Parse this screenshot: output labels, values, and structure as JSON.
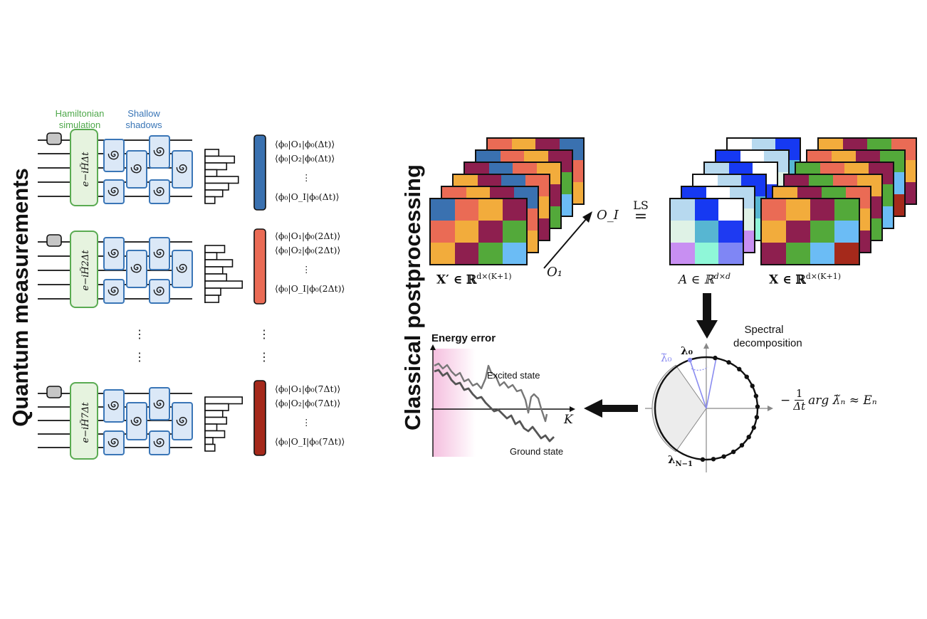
{
  "titles": {
    "quantum": "Quantum measurements",
    "classical": "Classical postprocessing"
  },
  "labels": {
    "hamiltonian_simulation": "Hamiltonian simulation",
    "shallow_shadows": "Shallow shadows",
    "spectral_decomposition": "Spectral decomposition",
    "energy_error": "Energy error",
    "excited_state": "Excited state",
    "ground_state": "Ground state",
    "k_axis": "K",
    "ls": "LS"
  },
  "rows": [
    {
      "gate": "e^{−iH̃Δt}",
      "gate_text": "e−iH̃Δt",
      "expectations": [
        "⟨ϕ₀|O₁|ϕ₀(Δt)⟩",
        "⟨ϕ₀|O₂|ϕ₀(Δt)⟩",
        "⋮",
        "⟨ϕ₀|O_I|ϕ₀(Δt)⟩"
      ],
      "bar_color": "#3a71b0",
      "histogram": [
        0.35,
        0.75,
        0.55,
        0.3,
        0.85,
        0.6,
        0.45,
        0.25
      ]
    },
    {
      "gate_text": "e−iH̃2Δt",
      "expectations": [
        "⟨ϕ₀|O₁|ϕ₀(2Δt)⟩",
        "⟨ϕ₀|O₂|ϕ₀(2Δt)⟩",
        "⋮",
        "⟨ϕ₀|O_I|ϕ₀(2Δt)⟩"
      ],
      "bar_color": "#ea6b55",
      "histogram": [
        0.5,
        0.3,
        0.7,
        0.45,
        0.55,
        0.95,
        0.4,
        0.35
      ]
    },
    {
      "gate_text": "e−iH̃7Δt",
      "expectations": [
        "⟨ϕ₀|O₁|ϕ₀(7Δt)⟩",
        "⟨ϕ₀|O₂|ϕ₀(7Δt)⟩",
        "⋮",
        "⟨ϕ₀|O_I|ϕ₀(7Δt)⟩"
      ],
      "bar_color": "#a5291b",
      "histogram": [
        0.95,
        0.6,
        0.45,
        0.55,
        0.3,
        0.5,
        0.2,
        0.25
      ]
    }
  ],
  "math": {
    "xprime": "X′ ∈ ℝ^{d×(K+1)}",
    "xprime_main": "X′ ∈ ℝ",
    "xprime_sup": "d×(K+1)",
    "a_main": "A ∈ ℝ",
    "a_sup": "d×d",
    "x_main": "X ∈ ℝ",
    "x_sup": "d×(K+1)",
    "o1": "O₁",
    "oi": "O_I",
    "lambda0": "λ₀",
    "lambda0_tilde": "λ̃₀",
    "lambdaN": "λ_{N−1}",
    "lambdaN_main": "λ",
    "lambdaN_sub": "N−1",
    "energy_formula_lhs": "−",
    "energy_formula_num": "1",
    "energy_formula_den": "Δt",
    "energy_formula_rhs": "arg λ̃ₙ ≈ Eₙ"
  },
  "colors": {
    "green": "#4fa84b",
    "blue": "#3a76b7",
    "gate_fill": "#dbe8f7",
    "ham_fill": "#e6f3df",
    "lavender": "#8a8cf0"
  },
  "matrix_front_xprime": [
    [
      "#3a71b0",
      "#ea6b55",
      "#f2ac3c",
      "#8e1f4f"
    ],
    [
      "#ea6b55",
      "#f2ac3c",
      "#8e1f4f",
      "#53a93a"
    ],
    [
      "#f2ac3c",
      "#8e1f4f",
      "#53a93a",
      "#6bbcf5"
    ]
  ],
  "matrix_front_a": [
    [
      "#b7d9ef",
      "#1639f2",
      "#ffffff"
    ],
    [
      "#dff2e6",
      "#57b6d2",
      "#1e3af2"
    ],
    [
      "#c88ff2",
      "#8ff7d8",
      "#7f86f5"
    ]
  ],
  "matrix_front_x": [
    [
      "#ea6b55",
      "#f2ac3c",
      "#8e1f4f",
      "#53a93a"
    ],
    [
      "#f2ac3c",
      "#8e1f4f",
      "#53a93a",
      "#6bbcf5"
    ],
    [
      "#8e1f4f",
      "#53a93a",
      "#6bbcf5",
      "#a5291b"
    ]
  ]
}
